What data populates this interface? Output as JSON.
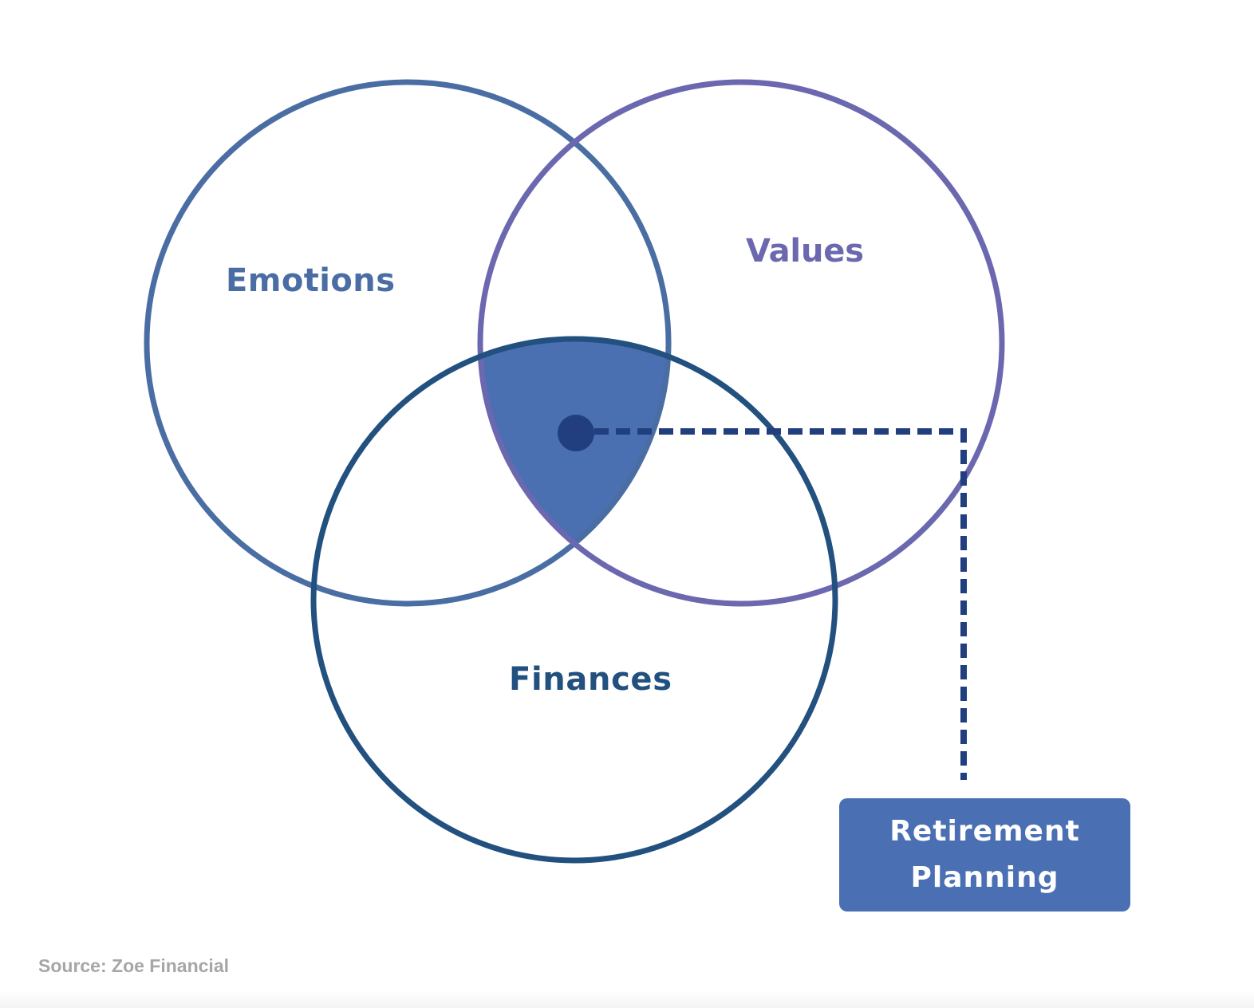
{
  "diagram": {
    "circles": [
      {
        "label": "Emotions",
        "color": "#4a6ea3"
      },
      {
        "label": "Values",
        "color": "#6b68b0"
      },
      {
        "label": "Finances",
        "color": "#22507f"
      }
    ],
    "intersection_fill": "#4a70b2",
    "marker_color": "#213e7e",
    "callout": {
      "line1": "Retirement",
      "line2": "Planning",
      "color": "#4a70b3"
    }
  },
  "source": "Source: Zoe Financial"
}
